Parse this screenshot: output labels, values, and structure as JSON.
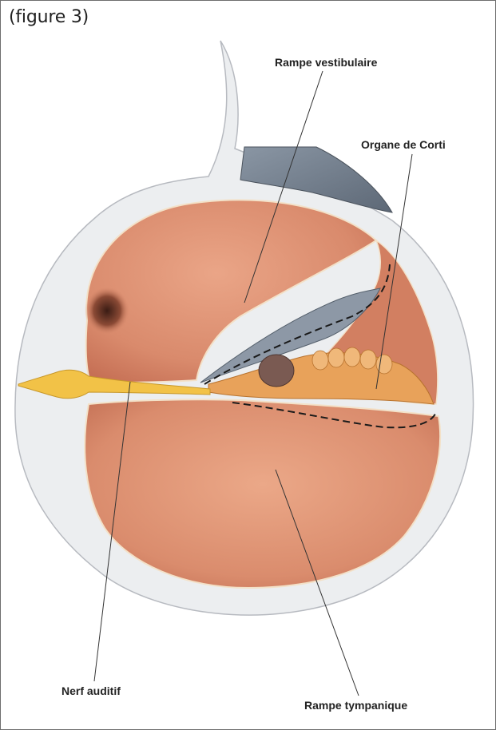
{
  "figure_label": "(figure 3)",
  "labels": {
    "rampe_vestibulaire": "Rampe vestibulaire",
    "organe_de_corti": "Organe de Corti",
    "nerf_auditif": "Nerf auditif",
    "rampe_tympanique": "Rampe tympanique"
  },
  "colors": {
    "bone": "#eceef0",
    "bone_edge": "#a9acb2",
    "chamber": "#d9896d",
    "chamber_light": "#e9a686",
    "membrane_gray": "#7f8a96",
    "organ_orange": "#e8a25a",
    "nerve_yellow": "#f2c247",
    "leader_line": "#333333"
  }
}
